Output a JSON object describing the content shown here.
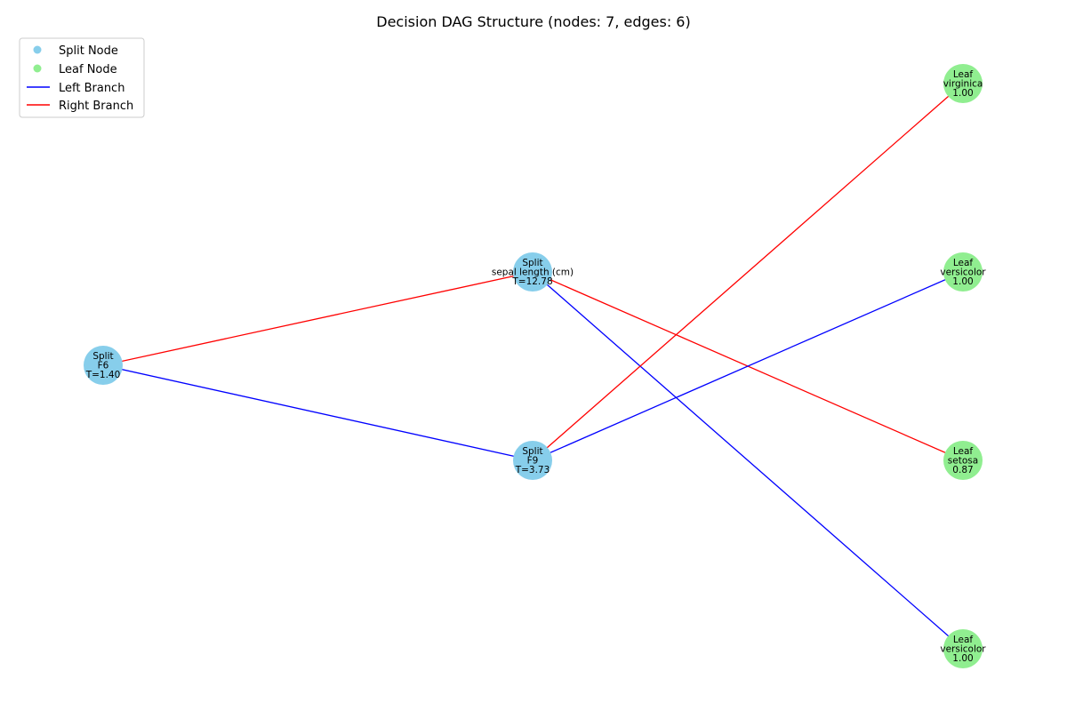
{
  "title": "Decision DAG Structure (nodes: 7, edges: 6)",
  "colors": {
    "split_node": "#87ceeb",
    "leaf_node": "#90ee90",
    "left_branch": "#0000ff",
    "right_branch": "#ff0000"
  },
  "legend": {
    "split_node": "Split Node",
    "leaf_node": "Leaf Node",
    "left_branch": "Left Branch",
    "right_branch": "Right Branch"
  },
  "nodes": [
    {
      "id": "n0",
      "kind": "split",
      "lines": [
        "Split",
        "F6",
        "T=1.40"
      ]
    },
    {
      "id": "n1",
      "kind": "split",
      "lines": [
        "Split",
        "sepal length (cm)",
        "T=12.78"
      ]
    },
    {
      "id": "n2",
      "kind": "split",
      "lines": [
        "Split",
        "F9",
        "T=3.73"
      ]
    },
    {
      "id": "n3",
      "kind": "leaf",
      "lines": [
        "Leaf",
        "virginica",
        "1.00"
      ]
    },
    {
      "id": "n4",
      "kind": "leaf",
      "lines": [
        "Leaf",
        "versicolor",
        "1.00"
      ]
    },
    {
      "id": "n5",
      "kind": "leaf",
      "lines": [
        "Leaf",
        "setosa",
        "0.87"
      ]
    },
    {
      "id": "n6",
      "kind": "leaf",
      "lines": [
        "Leaf",
        "versicolor",
        "1.00"
      ]
    }
  ],
  "edges": [
    {
      "from": "n0",
      "to": "n1",
      "branch": "right"
    },
    {
      "from": "n0",
      "to": "n2",
      "branch": "left"
    },
    {
      "from": "n1",
      "to": "n5",
      "branch": "right"
    },
    {
      "from": "n1",
      "to": "n6",
      "branch": "left"
    },
    {
      "from": "n2",
      "to": "n3",
      "branch": "right"
    },
    {
      "from": "n2",
      "to": "n4",
      "branch": "left"
    }
  ]
}
